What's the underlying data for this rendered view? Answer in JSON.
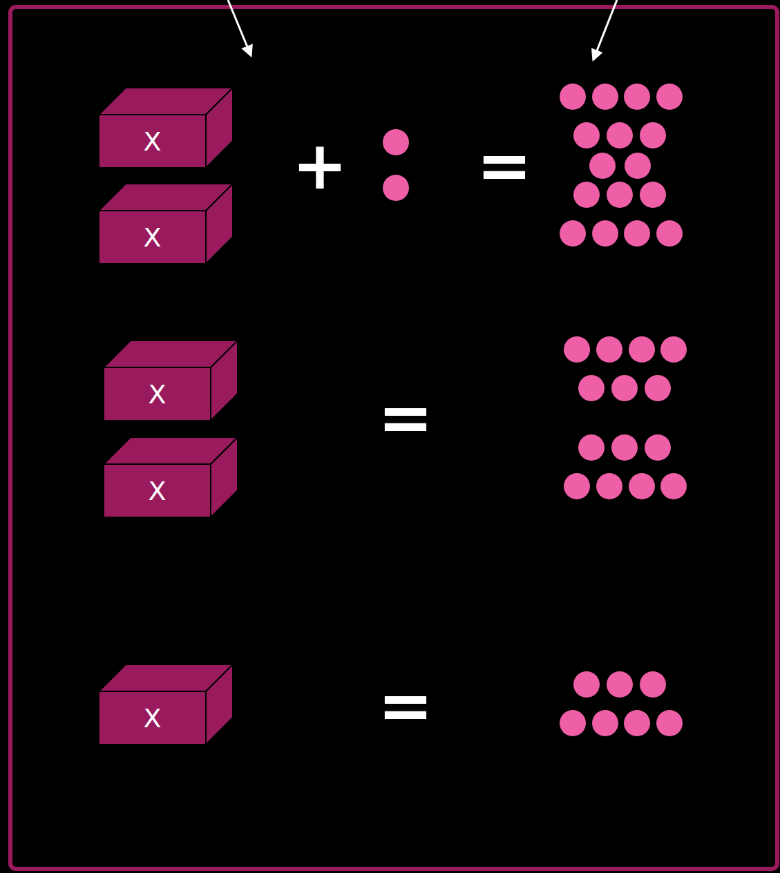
{
  "diagram": {
    "nodes": [
      {
        "text": [
          "X"
        ]
      },
      {
        "text": [
          "X"
        ]
      },
      {
        "text": [
          "X"
        ]
      },
      {
        "text": [
          "X"
        ]
      },
      {
        "text": [
          "X"
        ]
      }
    ],
    "labels": [
      "+",
      "=",
      "=",
      "="
    ]
  }
}
